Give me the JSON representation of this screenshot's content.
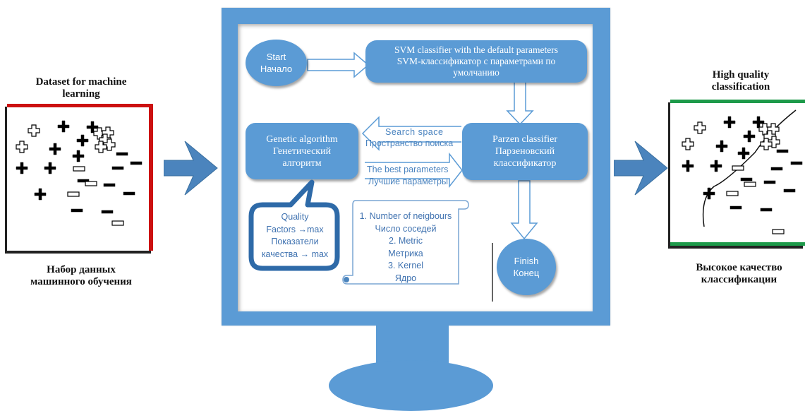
{
  "left_panel": {
    "title_en": [
      "Dataset for machine",
      "learning"
    ],
    "title_ru": [
      "Набор данных",
      "машинного обучения"
    ],
    "colors": {
      "frame_top": "#cc1111",
      "frame_right": "#cc1111",
      "shadow": "#222222"
    }
  },
  "right_panel": {
    "title_en": [
      "High quality",
      "classification"
    ],
    "title_ru": [
      "Высокое качество",
      "классификации"
    ],
    "colors": {
      "frame_top": "#1d9a4a",
      "frame_bottom": "#1d9a4a",
      "shadow": "#222222"
    }
  },
  "monitor": {
    "colors": {
      "frame": "#5b9bd5",
      "screen": "#ffffff"
    }
  },
  "nodes": {
    "start": [
      "Start",
      "Начало"
    ],
    "svm": [
      "SVM classifier with the default parameters",
      "SVM-классификатор с параметрами по",
      "умолчанию"
    ],
    "genetic": [
      "Genetic algorithm",
      "Генетический",
      "алгоритм"
    ],
    "parzen": [
      "Parzen classifier",
      "Парзеновский",
      "классификатор"
    ],
    "finish": [
      "Finish",
      "Конец"
    ]
  },
  "arrow_labels": {
    "search_en": "Search space",
    "search_ru": "Пространство поиска",
    "best_en": "The best parameters",
    "best_ru": "Лучшие параметры"
  },
  "callout": [
    "Quality",
    "Factors →max",
    "Показатели",
    "качества → max"
  ],
  "scroll": [
    "1. Number of neigbours",
    "Число соседей",
    "2. Metric",
    "Метрика",
    "3. Kernel",
    "Ядро"
  ],
  "symbols": {
    "plus": "+",
    "minus": "−"
  }
}
